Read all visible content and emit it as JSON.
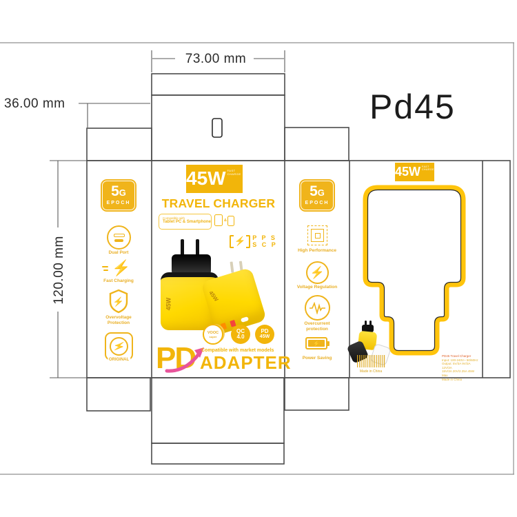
{
  "header": {
    "model_label": "Pd45"
  },
  "dimensions": {
    "width": "73.00 mm",
    "depth": "36.00 mm",
    "height": "120.00 mm"
  },
  "icons": {
    "bolt": "⚡",
    "ampersand": "&"
  },
  "side_badge": {
    "digit": "5",
    "letter": "G",
    "word": "EPOCH"
  },
  "front_panel": {
    "wattage_badge": {
      "value": "45W",
      "note": "FAST CHARGE"
    },
    "title": "TRAVEL CHARGER",
    "compatibility": {
      "line1": "Compatible with",
      "line2": "Tablet PC & Smartphone"
    },
    "protocol": {
      "line1": "P P S",
      "line2": "S C P"
    },
    "product_label": "45W",
    "feature_badges": [
      {
        "line1": "VOOC",
        "line2": "super"
      },
      {
        "line1": "QC",
        "line2": "4.0"
      },
      {
        "line1": "PD",
        "line2": "45W"
      }
    ],
    "brand": {
      "pd": "PD",
      "tagline": "Compatible with market models",
      "name": "ADAPTER"
    }
  },
  "left_panel": {
    "features": [
      {
        "line1": "Dual Port"
      },
      {
        "line1": "Fast Charging"
      },
      {
        "line1": "Overvoltage",
        "line2": "Protection"
      },
      {
        "line1": "ORIGINAL"
      }
    ]
  },
  "right_panel": {
    "features": [
      {
        "line1": "High Performance"
      },
      {
        "line1": "Voltage Regulation"
      },
      {
        "line1": "Overcurrent",
        "line2": "protection"
      },
      {
        "line1": "Power Saving"
      }
    ]
  },
  "back_panel": {
    "wattage_badge": {
      "value": "45W",
      "note": "FAST CHARGE"
    },
    "made_in": "Made in China",
    "fine_print": [
      "PD45 Travel Charger",
      "Input: 100-240V~ 50/60Hz",
      "Output: 5V/3A  9V/3A  12V/3A",
      "15V/3A  20V/2.25A  45W Max",
      "Made in China"
    ]
  },
  "colors": {
    "gold": "#F0B41B",
    "badge_yellow": "#F2B50A",
    "product_yellow": "#FFDC00",
    "outline_yellow": "#FFC40C",
    "swoosh_pink": "#E8549B",
    "dieline": "#4B4B4B"
  }
}
